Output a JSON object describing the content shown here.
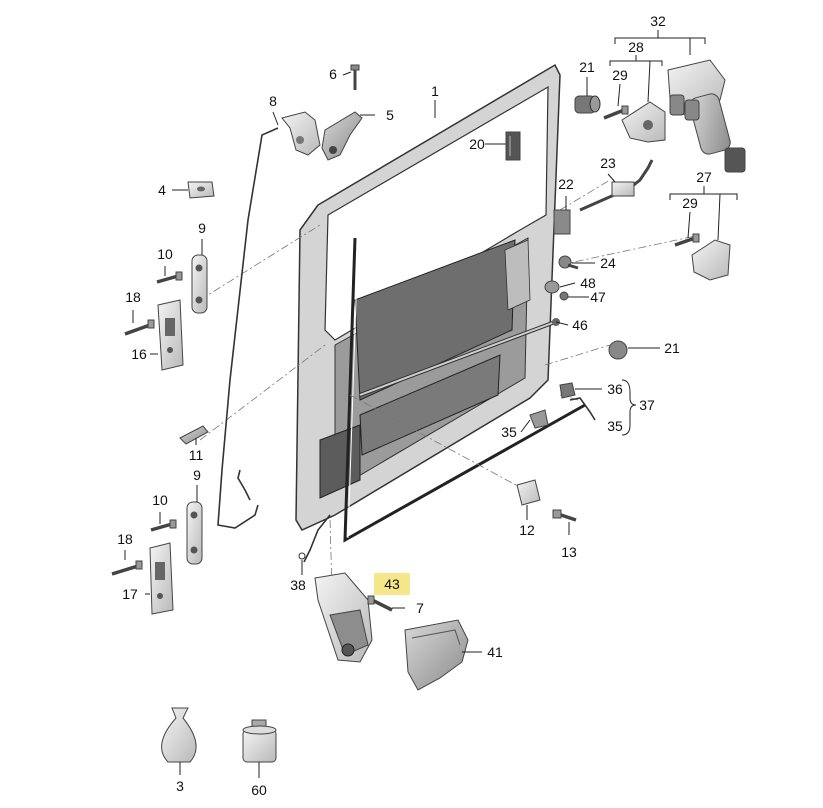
{
  "diagram": {
    "highlight_color": "#f5e68a",
    "callouts": [
      {
        "id": "c1",
        "text": "1"
      },
      {
        "id": "c3",
        "text": "3"
      },
      {
        "id": "c4",
        "text": "4"
      },
      {
        "id": "c5",
        "text": "5"
      },
      {
        "id": "c6",
        "text": "6"
      },
      {
        "id": "c7",
        "text": "7"
      },
      {
        "id": "c8",
        "text": "8"
      },
      {
        "id": "c9a",
        "text": "9"
      },
      {
        "id": "c9b",
        "text": "9"
      },
      {
        "id": "c10a",
        "text": "10"
      },
      {
        "id": "c10b",
        "text": "10"
      },
      {
        "id": "c11",
        "text": "11"
      },
      {
        "id": "c12",
        "text": "12"
      },
      {
        "id": "c13",
        "text": "13"
      },
      {
        "id": "c16",
        "text": "16"
      },
      {
        "id": "c17",
        "text": "17"
      },
      {
        "id": "c18a",
        "text": "18"
      },
      {
        "id": "c18b",
        "text": "18"
      },
      {
        "id": "c20",
        "text": "20"
      },
      {
        "id": "c21a",
        "text": "21"
      },
      {
        "id": "c21b",
        "text": "21"
      },
      {
        "id": "c22",
        "text": "22"
      },
      {
        "id": "c23",
        "text": "23"
      },
      {
        "id": "c24",
        "text": "24"
      },
      {
        "id": "c27",
        "text": "27"
      },
      {
        "id": "c28",
        "text": "28"
      },
      {
        "id": "c29a",
        "text": "29"
      },
      {
        "id": "c29b",
        "text": "29"
      },
      {
        "id": "c32",
        "text": "32"
      },
      {
        "id": "c35a",
        "text": "35"
      },
      {
        "id": "c35b",
        "text": "35"
      },
      {
        "id": "c36",
        "text": "36"
      },
      {
        "id": "c37",
        "text": "37"
      },
      {
        "id": "c38",
        "text": "38"
      },
      {
        "id": "c41",
        "text": "41"
      },
      {
        "id": "c43",
        "text": "43"
      },
      {
        "id": "c46",
        "text": "46"
      },
      {
        "id": "c47",
        "text": "47"
      },
      {
        "id": "c48",
        "text": "48"
      },
      {
        "id": "c60",
        "text": "60"
      }
    ]
  }
}
